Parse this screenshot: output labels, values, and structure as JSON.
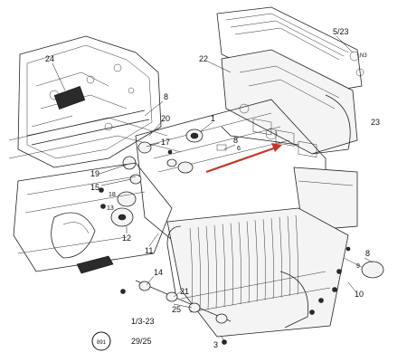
{
  "diagram": {
    "labels": {
      "l_24": "24",
      "l_5_23": "5/23",
      "l_22": "22",
      "l_n3": "N3",
      "l_8_top": "8",
      "l_8_mid": "8",
      "l_20": "20",
      "l_1": "1",
      "l_23_right": "23",
      "l_17": "17",
      "l_19": "19",
      "l_15": "15",
      "l_18": "18",
      "l_13": "13",
      "l_12": "12",
      "l_11": "11",
      "l_6": "6",
      "l_14": "14",
      "l_21": "21",
      "l_25": "25",
      "l_8_right": "8",
      "l_9": "9",
      "l_10": "10",
      "l_3": "3",
      "l_1_23": "1/3-23",
      "l_29_25": "29/25"
    },
    "badge": "891",
    "highlight_color": "#c0392b",
    "line_color": "#222222"
  }
}
